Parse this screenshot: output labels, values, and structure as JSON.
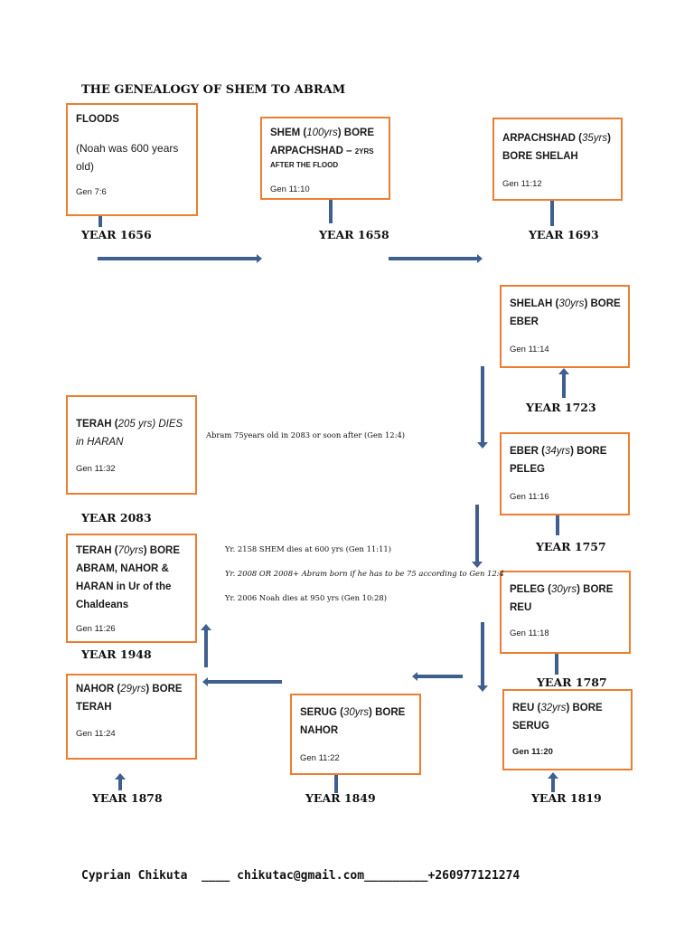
{
  "title": "THE GENEALOGY OF SHEM TO ABRAM",
  "boxes": {
    "floods": {
      "l1": "FLOODS",
      "l2": "(Noah was 600 years",
      "l3": "old)",
      "ref": "Gen 7:6"
    },
    "shem": {
      "a": "SHEM (",
      "age": "100yrs",
      "b": ") BORE",
      "c": "ARPACHSHAD – ",
      "d": "2YRS",
      "e": "AFTER THE FLOOD",
      "ref": "Gen 11:10"
    },
    "arpachshad": {
      "a": "ARPACHSHAD (",
      "age": "35yrs",
      "b": ")",
      "c": "BORE SHELAH",
      "ref": "Gen 11:12"
    },
    "shelah": {
      "a": "SHELAH (",
      "age": "30yrs",
      "b": ") BORE",
      "c": "EBER",
      "ref": "Gen 11:14"
    },
    "eber": {
      "a": "EBER (",
      "age": "34yrs",
      "b": ") BORE",
      "c": "PELEG",
      "ref": "Gen 11:16"
    },
    "peleg": {
      "a": "PELEG (",
      "age": "30yrs",
      "b": ") BORE",
      "c": "REU",
      "ref": "Gen 11:18"
    },
    "reu": {
      "a": "REU (",
      "age": "32yrs",
      "b": ") BORE",
      "c": "SERUG",
      "ref": "Gen 11:20"
    },
    "serug": {
      "a": "SERUG (",
      "age": "30yrs",
      "b": ") BORE",
      "c": "NAHOR",
      "ref": "Gen 11:22"
    },
    "nahor": {
      "a": "NAHOR (",
      "age": "29yrs",
      "b": ") BORE",
      "c": "TERAH",
      "ref": "Gen 11:24"
    },
    "terah_bore": {
      "a": "TERAH (",
      "age": "70yrs",
      "b": ") BORE",
      "c": "ABRAM, NAHOR &",
      "d": "HARAN in Ur of the",
      "e": "Chaldeans",
      "ref": "Gen 11:26"
    },
    "terah_dies": {
      "a": "TERAH (",
      "mid": "205 yrs) DIES",
      "c": "in HARAN",
      "ref": "Gen 11:32"
    }
  },
  "years": {
    "y1656": "YEAR 1656",
    "y1658": "YEAR 1658",
    "y1693": "YEAR 1693",
    "y1723": "YEAR 1723",
    "y1757": "YEAR 1757",
    "y1787": "YEAR 1787",
    "y1819": "YEAR 1819",
    "y1849": "YEAR 1849",
    "y1878": "YEAR 1878",
    "y1948": "YEAR 1948",
    "y2083": "YEAR 2083"
  },
  "notes": {
    "abram75": "Abram 75years old in 2083 or soon after (Gen 12:4)",
    "shem_dies": "Yr. 2158 SHEM dies at 600 yrs (Gen 11:11)",
    "abram_born": "Yr. 2008 OR 2008+ Abram born if he has to be 75 according to Gen 12:4",
    "noah_dies": "Yr. 2006 Noah dies at 950 yrs (Gen 10:28)"
  },
  "footer": "Cyprian Chikuta  ____ chikutac@gmail.com_________+260977121274",
  "colors": {
    "box_border": "#ed7d31",
    "arrow": "#3f5f8f"
  }
}
